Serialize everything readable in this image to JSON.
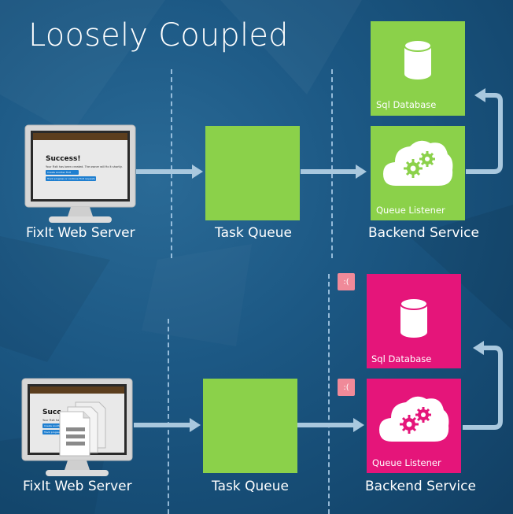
{
  "title": "Loosely Coupled",
  "top_row": {
    "web_server_label": "FixIt Web Server",
    "task_queue_label": "Task Queue",
    "backend_label": "Backend Service",
    "sql_caption": "Sql Database",
    "listener_caption": "Queue Listener",
    "screen": {
      "success_heading": "Success!",
      "body_text": "Your FixIt has been created. The owner will fix it shortly.",
      "button_1": "Create Another FixIt",
      "button_2": "Track progress or continue FixIt requests"
    }
  },
  "bottom_row": {
    "web_server_label": "FixIt Web Server",
    "task_queue_label": "Task Queue",
    "backend_label": "Backend Service",
    "sql_caption": "Sql Database",
    "listener_caption": "Queue Listener",
    "sql_badge": ":(",
    "listener_badge": ":(",
    "screen": {
      "success_heading": "Succ",
      "body_text": "Your FixIt has be",
      "button_1": "Create Anothe",
      "button_2": "Track progress"
    }
  },
  "colors": {
    "tile_green": "#8bd14a",
    "tile_pink": "#e5157a",
    "badge_pink": "#f08a99",
    "arrow": "#a9c8de",
    "background": "#1c5884"
  },
  "icons": [
    "database-icon",
    "cloud-gears-icon",
    "monitor-icon",
    "document-stack-icon"
  ]
}
